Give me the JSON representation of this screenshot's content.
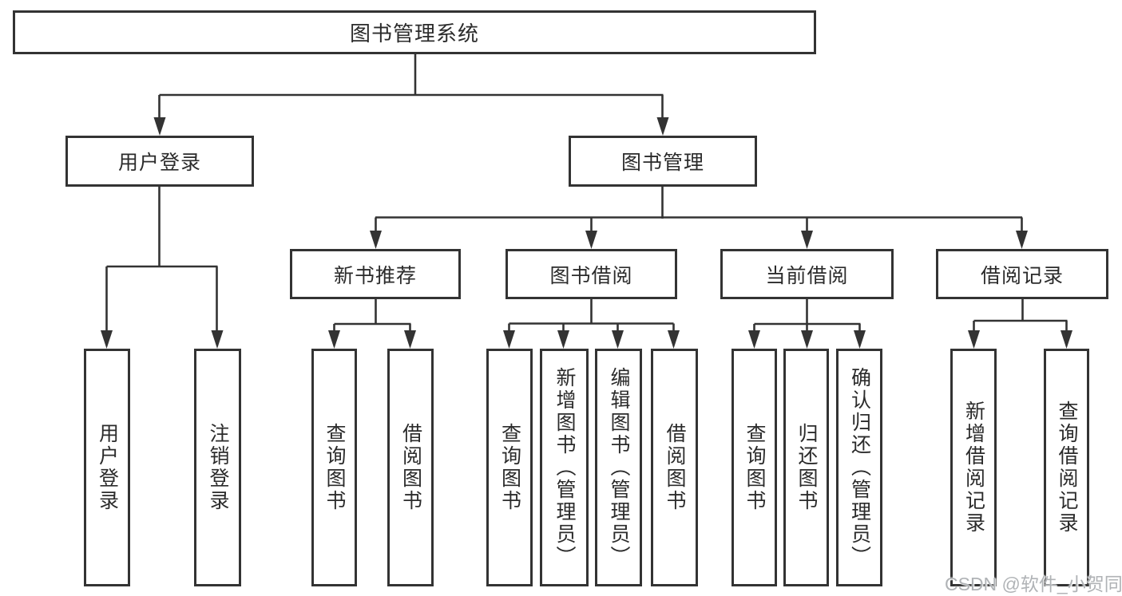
{
  "diagram": {
    "type": "tree",
    "root": {
      "label": "图书管理系统"
    },
    "level2": {
      "user_login": {
        "label": "用户登录"
      },
      "book_management": {
        "label": "图书管理"
      }
    },
    "level3": {
      "new_book_recommend": {
        "label": "新书推荐"
      },
      "book_borrowing": {
        "label": "图书借阅"
      },
      "current_borrowing": {
        "label": "当前借阅"
      },
      "borrowing_records": {
        "label": "借阅记录"
      }
    },
    "leaves": {
      "login_user_login": {
        "label": "用户登录"
      },
      "login_logout": {
        "label": "注销登录"
      },
      "recommend_query_book": {
        "label": "查询图书"
      },
      "recommend_borrow_book": {
        "label": "借阅图书"
      },
      "borrow_query_book": {
        "label": "查询图书"
      },
      "borrow_add_book": {
        "label": "新增图书（管理员）"
      },
      "borrow_edit_book": {
        "label": "编辑图书（管理员）"
      },
      "borrow_borrow_book": {
        "label": "借阅图书"
      },
      "current_query_book": {
        "label": "查询图书"
      },
      "current_return_book": {
        "label": "归还图书"
      },
      "current_confirm_return": {
        "label": "确认归还（管理员）"
      },
      "record_add_record": {
        "label": "新增借阅记录"
      },
      "record_query_record": {
        "label": "查询借阅记录"
      }
    }
  },
  "colors": {
    "line": "#333333",
    "text": "#2b2b2b",
    "box_background": "#ffffff",
    "watermark": "#b0b3b6",
    "background": "#ffffff"
  },
  "watermark": {
    "text": "CSDN @软件_小贺同学"
  }
}
